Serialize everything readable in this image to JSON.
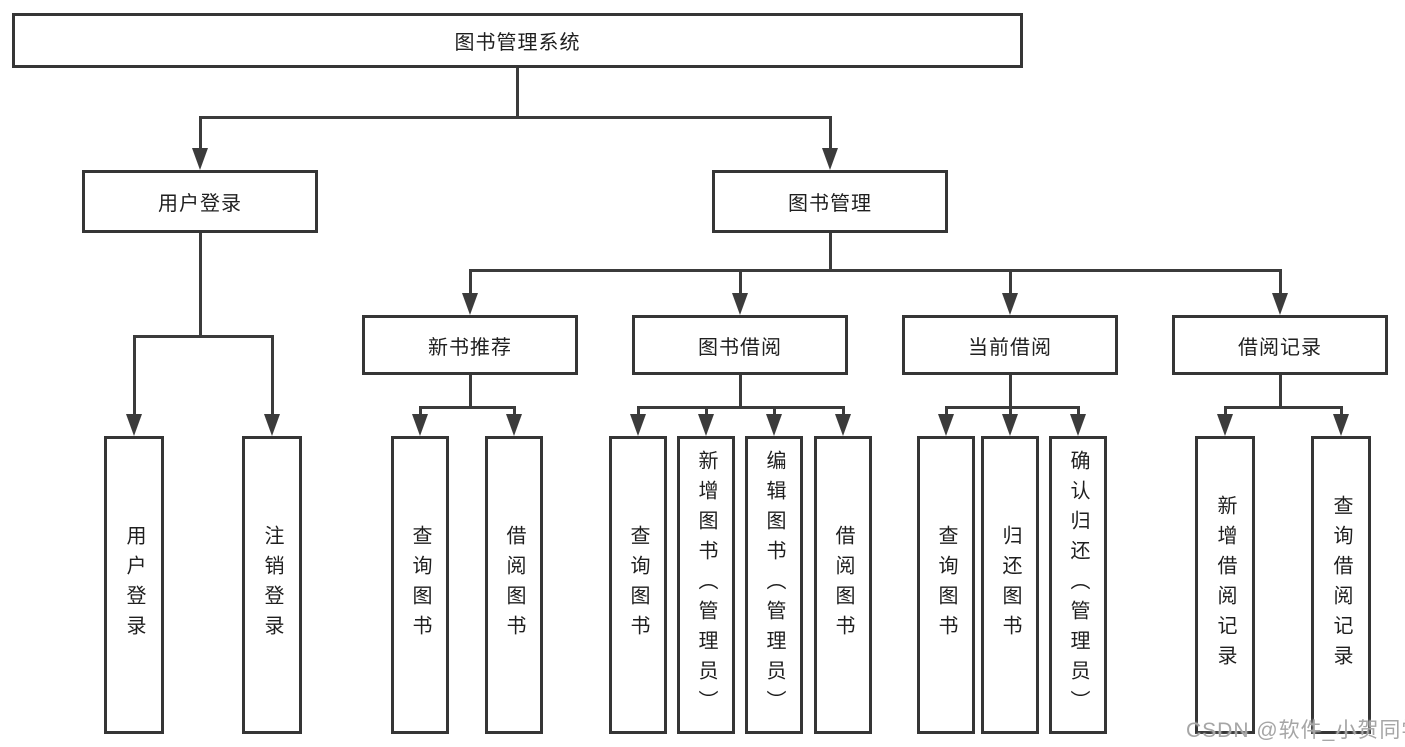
{
  "colors": {
    "line": "#3b3b3b",
    "border": "#353535",
    "text": "#1f1f1f",
    "background": "#ffffff",
    "watermark": "#a6a6a6"
  },
  "tree": {
    "root": {
      "label": "图书管理系统"
    },
    "login": {
      "label": "用户登录",
      "leaves": [
        "用户登录",
        "注销登录"
      ]
    },
    "mgmt": {
      "label": "图书管理",
      "groups": [
        {
          "label": "新书推荐",
          "leaves": [
            "查询图书",
            "借阅图书"
          ]
        },
        {
          "label": "图书借阅",
          "leaves": [
            "查询图书",
            "新增图书（管理员）",
            "编辑图书（管理员）",
            "借阅图书"
          ]
        },
        {
          "label": "当前借阅",
          "leaves": [
            "查询图书",
            "归还图书",
            "确认归还（管理员）"
          ]
        },
        {
          "label": "借阅记录",
          "leaves": [
            "新增借阅记录",
            "查询借阅记录"
          ]
        }
      ]
    }
  },
  "watermark": "CSDN @软件_小贺同学"
}
